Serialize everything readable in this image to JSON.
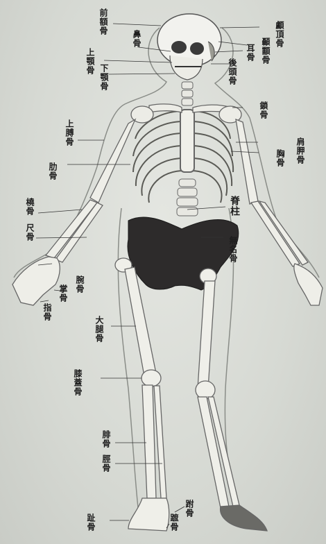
{
  "labels": {
    "frontal_bone": "前額骨",
    "nasal_bone": "鼻骨",
    "maxilla": "上顎骨",
    "mandible": "下顎骨",
    "humerus": "上膊骨",
    "ribs": "肋骨",
    "radius": "橈骨",
    "ulna": "尺骨",
    "carpals": "腕骨",
    "metacarpals": "掌骨",
    "phalanges_hand": "指骨",
    "femur": "大腿骨",
    "patella": "膝蓋骨",
    "fibula": "腓骨",
    "tibia": "脛骨",
    "phalanges_foot": "趾骨",
    "tarsals": "跗骨",
    "metatarsals": "蹠骨",
    "parietal_bone": "顱頂骨",
    "temporal_bone": "顳顬骨",
    "ear_bone": "耳骨",
    "occipital_bone": "後頭骨",
    "clavicle": "鎖骨",
    "scapula": "肩胛骨",
    "sternum": "胸骨",
    "spinal_column": "脊柱",
    "hip_bone": "無名骨"
  }
}
